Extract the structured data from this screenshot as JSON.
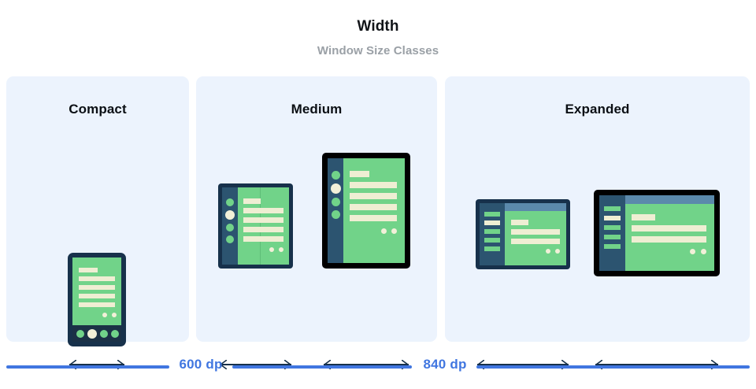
{
  "header": {
    "title": "Width",
    "subtitle": "Window Size Classes"
  },
  "colors": {
    "panel_bg": "#ecf3fd",
    "screen_green": "#71d389",
    "content_cream": "#efeed3",
    "rail_navy": "#2c5470",
    "frame_navy": "#17314b",
    "frame_black": "#000000",
    "appbar_blue": "#5b89ab",
    "measure_blue": "#4076e0",
    "title_black": "#111418",
    "subtitle_gray": "#9aa0a6"
  },
  "panels": [
    {
      "id": "compact",
      "heading": "Compact",
      "devices": [
        "phone"
      ]
    },
    {
      "id": "medium",
      "heading": "Medium",
      "devices": [
        "folded-foldable",
        "portrait-tablet"
      ]
    },
    {
      "id": "expanded",
      "heading": "Expanded",
      "devices": [
        "unfolded-foldable",
        "landscape-tablet"
      ]
    }
  ],
  "breakpoints": [
    {
      "label": "600 dp"
    },
    {
      "label": "840 dp"
    }
  ],
  "icons": {
    "width_arrow": "double-headed-horizontal-arrow"
  }
}
